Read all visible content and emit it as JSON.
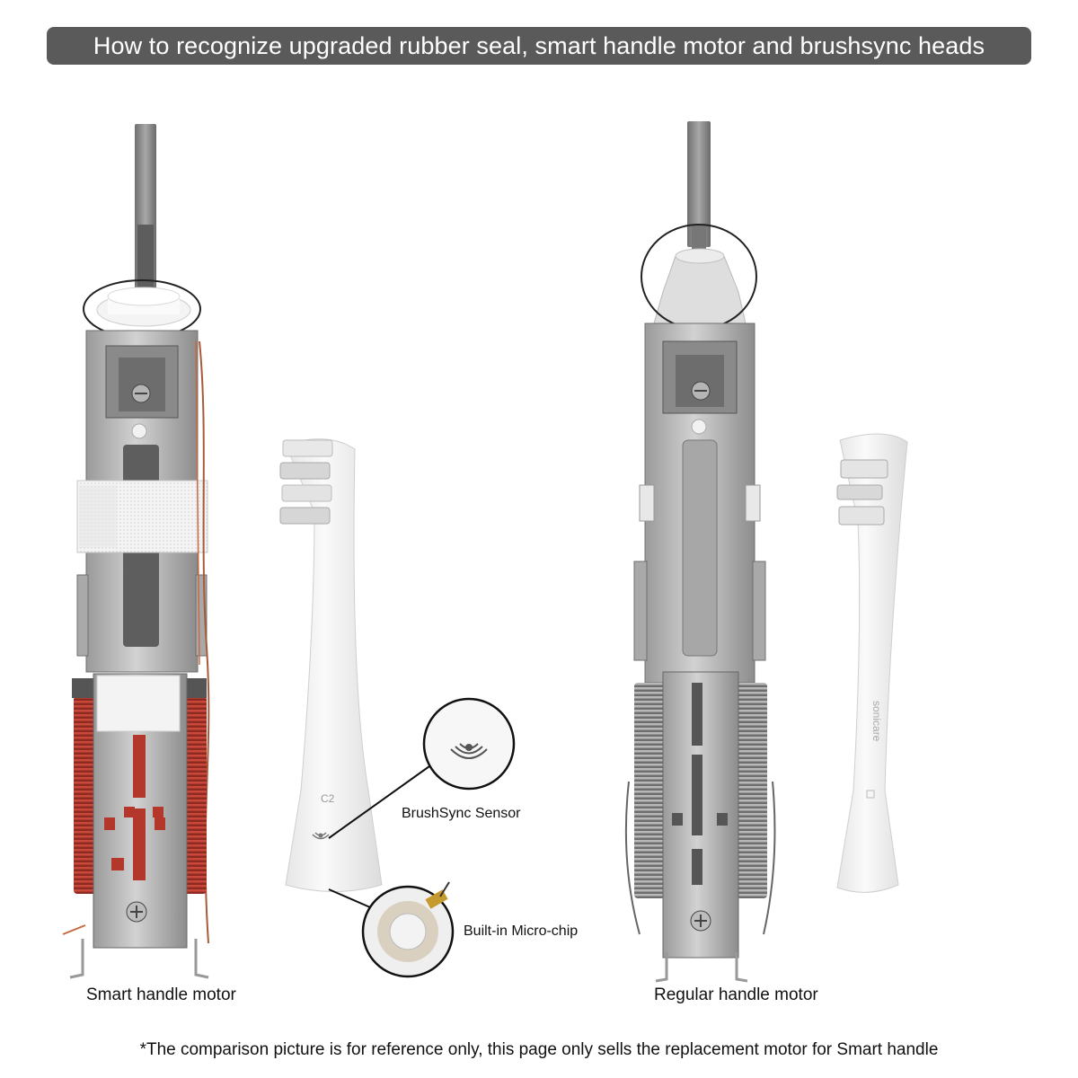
{
  "title": "How to recognize upgraded rubber seal, smart handle motor and brushsync heads",
  "left_motor": {
    "caption": "Smart handle motor"
  },
  "right_motor": {
    "caption": "Regular handle motor"
  },
  "brush_head_left": {
    "marking": "C2"
  },
  "brush_head_right": {
    "brand_text": "sonicare"
  },
  "callouts": {
    "sensor": "BrushSync Sensor",
    "chip": "Built-in Micro-chip"
  },
  "footnote": "*The comparison picture is for reference only, this page only sells the replacement motor for Smart handle",
  "colors": {
    "banner": "#5a5a5a",
    "metal": "#b9b9b9",
    "metal_dark": "#7a7a7a",
    "copper": "#b3372b",
    "brush_white": "#f2f2f2"
  },
  "icons": [
    "sensor-waves-icon"
  ]
}
